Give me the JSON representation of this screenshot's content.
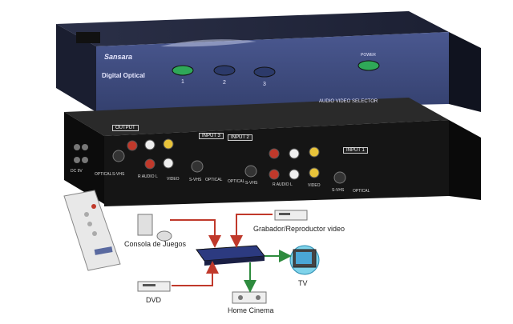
{
  "front_panel": {
    "brand": "Sansara",
    "model": "Digital Optical",
    "power_label": "POWER",
    "selector_label": "AUDIO VIDEO SELECTOR",
    "buttons": [
      "1",
      "2",
      "3"
    ]
  },
  "back_panel": {
    "section_tags": [
      "OUTPUT",
      "INPUT 3",
      "INPUT 2",
      "INPUT 1"
    ],
    "jack_labels": [
      "DC 9V",
      "OPTICAL",
      "S-VHS",
      "R AUDIO L",
      "VIDEO",
      "S-VHS",
      "OPTICAL",
      "OPTICAL",
      "S-VHS",
      "R AUDIO L",
      "VIDEO",
      "S-VHS",
      "OPTICAL"
    ]
  },
  "diagram": {
    "devices": {
      "console": "Consola de Juegos",
      "recorder": "Grabador/Reproductor video",
      "tv": "TV",
      "dvd": "DVD",
      "home_cinema": "Home Cinema"
    }
  },
  "colors": {
    "front_panel": "#3d4a7a",
    "front_panel_top": "#2a2f45",
    "back_panel": "#151515",
    "button": "#2c3a6a",
    "button_active": "#2fa858",
    "arrow_input": "#c0392b",
    "arrow_output": "#2e8b3e"
  }
}
